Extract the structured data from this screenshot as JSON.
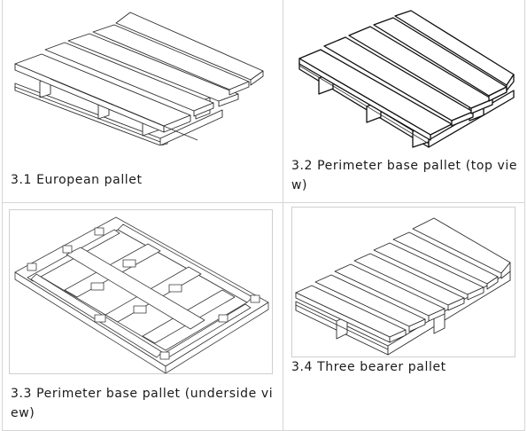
{
  "cells": [
    {
      "id": "3.1",
      "caption": "3.1 European pallet",
      "image": "european-pallet-drawing"
    },
    {
      "id": "3.2",
      "caption": "3.2 Perimeter base pallet (top view)",
      "image": "perimeter-base-pallet-top-drawing"
    },
    {
      "id": "3.3",
      "caption": "3.3 Perimeter base pallet (underside view)",
      "image": "perimeter-base-pallet-underside-drawing"
    },
    {
      "id": "3.4",
      "caption": "3.4 Three bearer pallet",
      "image": "three-bearer-pallet-drawing"
    }
  ]
}
